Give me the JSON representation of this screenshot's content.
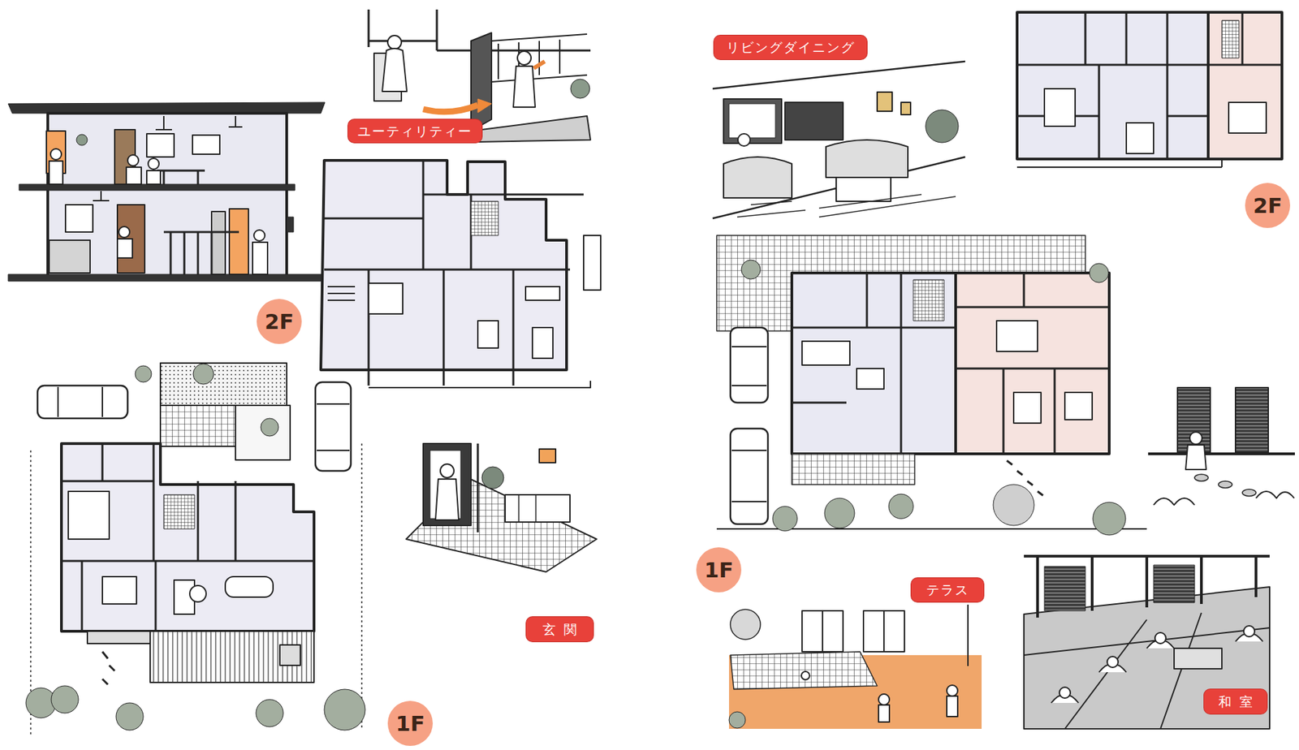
{
  "diagram": {
    "nodes": [
      {
        "text": [
          "ユーティリティー"
        ]
      },
      {
        "text": [
          "2F"
        ]
      },
      {
        "text": [
          "玄関"
        ]
      },
      {
        "text": [
          "1F"
        ]
      },
      {
        "text": [
          "リビングダイニング"
        ]
      },
      {
        "text": [
          "2F"
        ]
      },
      {
        "text": [
          "1F"
        ]
      },
      {
        "text": [
          "テラス"
        ]
      },
      {
        "text": [
          "和室"
        ]
      }
    ]
  }
}
